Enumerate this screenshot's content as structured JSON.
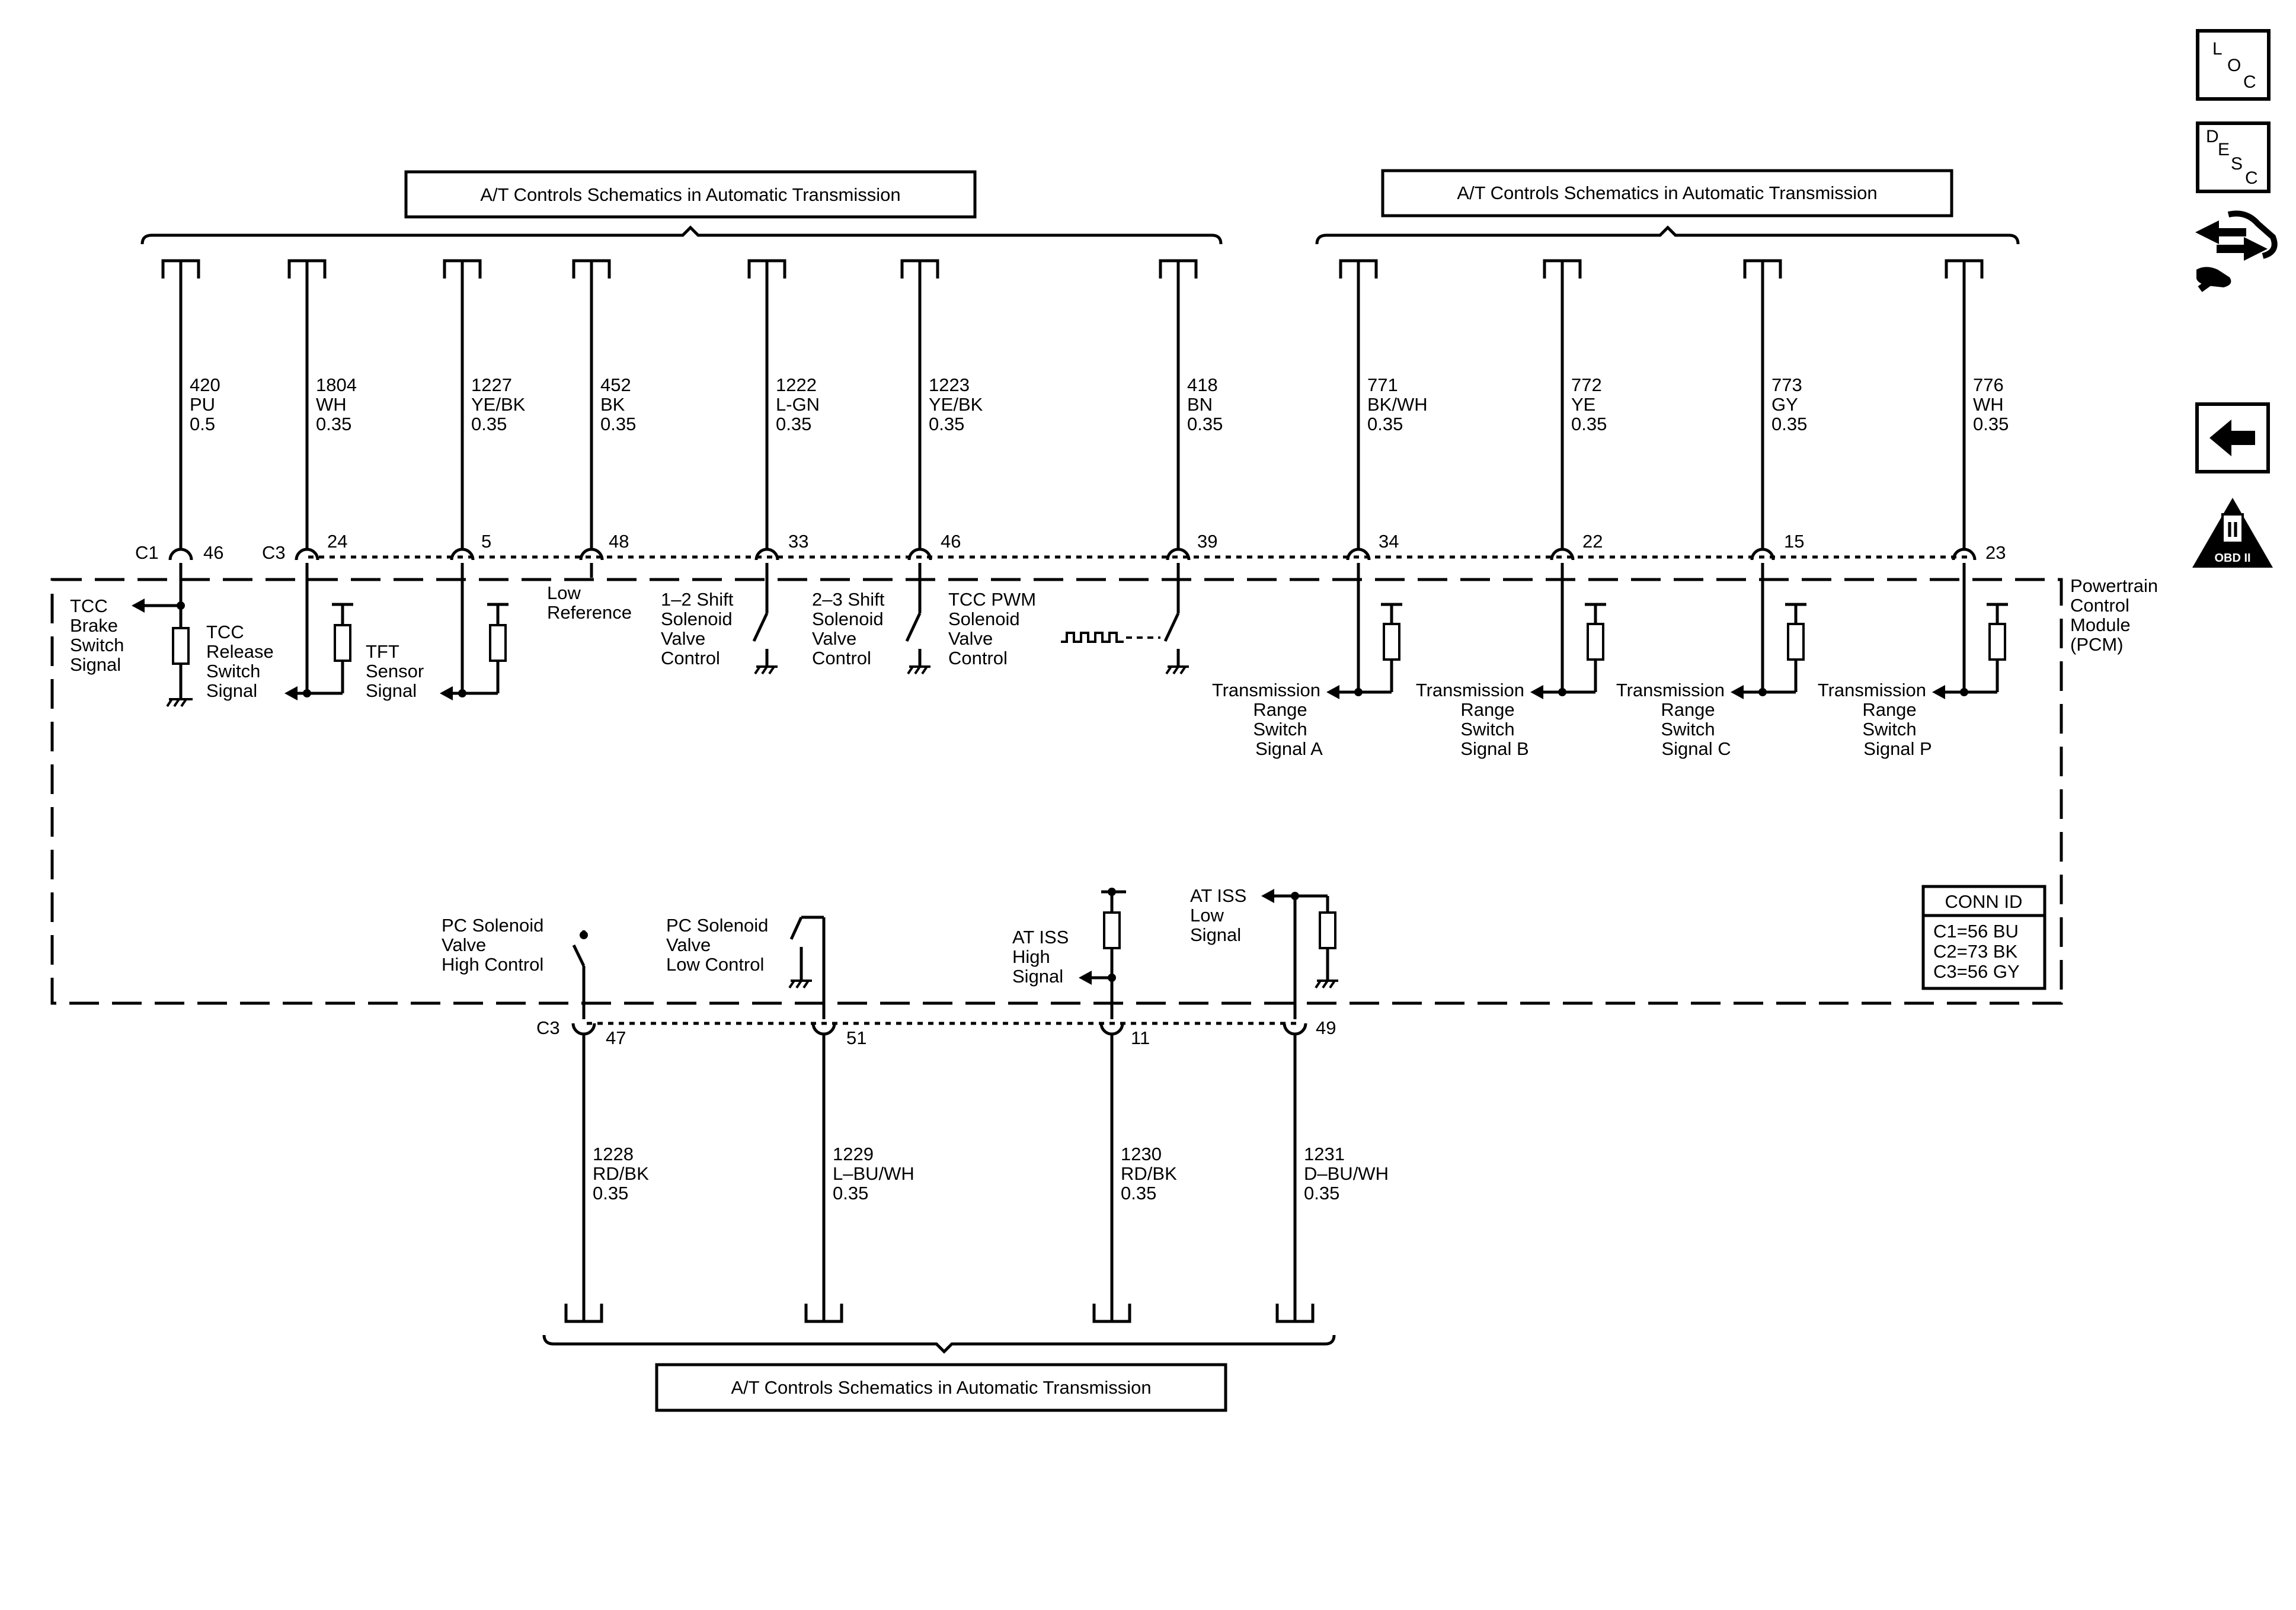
{
  "colors": {
    "ink": "#000000",
    "paper": "#ffffff"
  },
  "title_boxes": [
    "A/T Controls Schematics in Automatic Transmission",
    "A/T Controls Schematics in Automatic Transmission",
    "A/T Controls Schematics in Automatic Transmission"
  ],
  "module": {
    "lines": [
      "Powertrain",
      "Control",
      "Module",
      "(PCM)"
    ]
  },
  "conn_id": {
    "title": "CONN ID",
    "lines": [
      "C1=56 BU",
      "C2=73 BK",
      "C3=56 GY"
    ]
  },
  "top_wires": [
    {
      "circuit": "420",
      "color": "PU",
      "gauge": "0.5",
      "connector": "C1",
      "pin": "46",
      "label": [
        "TCC",
        "Brake",
        "Switch",
        "Signal"
      ]
    },
    {
      "circuit": "1804",
      "color": "WH",
      "gauge": "0.35",
      "connector": "C3",
      "pin": "24",
      "label": [
        "TCC",
        "Release",
        "Switch",
        "Signal"
      ]
    },
    {
      "circuit": "1227",
      "color": "YE/BK",
      "gauge": "0.35",
      "pin": "5",
      "label": [
        "TFT",
        "Sensor",
        "Signal"
      ]
    },
    {
      "circuit": "452",
      "color": "BK",
      "gauge": "0.35",
      "pin": "48",
      "label": [
        "Low",
        "Reference"
      ]
    },
    {
      "circuit": "1222",
      "color": "L-GN",
      "gauge": "0.35",
      "pin": "33",
      "label": [
        "1–2 Shift",
        "Solenoid",
        "Valve",
        "Control"
      ]
    },
    {
      "circuit": "1223",
      "color": "YE/BK",
      "gauge": "0.35",
      "pin": "46",
      "label": [
        "2–3 Shift",
        "Solenoid",
        "Valve",
        "Control"
      ]
    },
    {
      "circuit": "418",
      "color": "BN",
      "gauge": "0.35",
      "pin": "39",
      "label": [
        "TCC PWM",
        "Solenoid",
        "Valve",
        "Control"
      ]
    },
    {
      "circuit": "771",
      "color": "BK/WH",
      "gauge": "0.35",
      "pin": "34",
      "label": [
        "Transmission",
        "Range",
        "Switch",
        "Signal A"
      ]
    },
    {
      "circuit": "772",
      "color": "YE",
      "gauge": "0.35",
      "pin": "22",
      "label": [
        "Transmission",
        "Range",
        "Switch",
        "Signal B"
      ]
    },
    {
      "circuit": "773",
      "color": "GY",
      "gauge": "0.35",
      "pin": "15",
      "label": [
        "Transmission",
        "Range",
        "Switch",
        "Signal C"
      ]
    },
    {
      "circuit": "776",
      "color": "WH",
      "gauge": "0.35",
      "pin": "23",
      "label": [
        "Transmission",
        "Range",
        "Switch",
        "Signal P"
      ]
    }
  ],
  "bottom_wires": [
    {
      "circuit": "1228",
      "color": "RD/BK",
      "gauge": "0.35",
      "connector": "C3",
      "pin": "47",
      "label": [
        "PC Solenoid",
        "Valve",
        "High Control"
      ]
    },
    {
      "circuit": "1229",
      "color": "L–BU/WH",
      "gauge": "0.35",
      "pin": "51",
      "label": [
        "PC Solenoid",
        "Valve",
        "Low Control"
      ]
    },
    {
      "circuit": "1230",
      "color": "RD/BK",
      "gauge": "0.35",
      "pin": "11",
      "label": [
        "AT ISS",
        "High",
        "Signal"
      ]
    },
    {
      "circuit": "1231",
      "color": "D–BU/WH",
      "gauge": "0.35",
      "pin": "49",
      "label": [
        "AT ISS",
        "Low",
        "Signal"
      ]
    }
  ],
  "side_buttons": {
    "loc": {
      "letters": [
        "L",
        "O",
        "C"
      ]
    },
    "desc": {
      "letters": [
        "D",
        "E",
        "S",
        "C"
      ]
    },
    "obd": {
      "numeral": "II",
      "text": "OBD II"
    }
  }
}
